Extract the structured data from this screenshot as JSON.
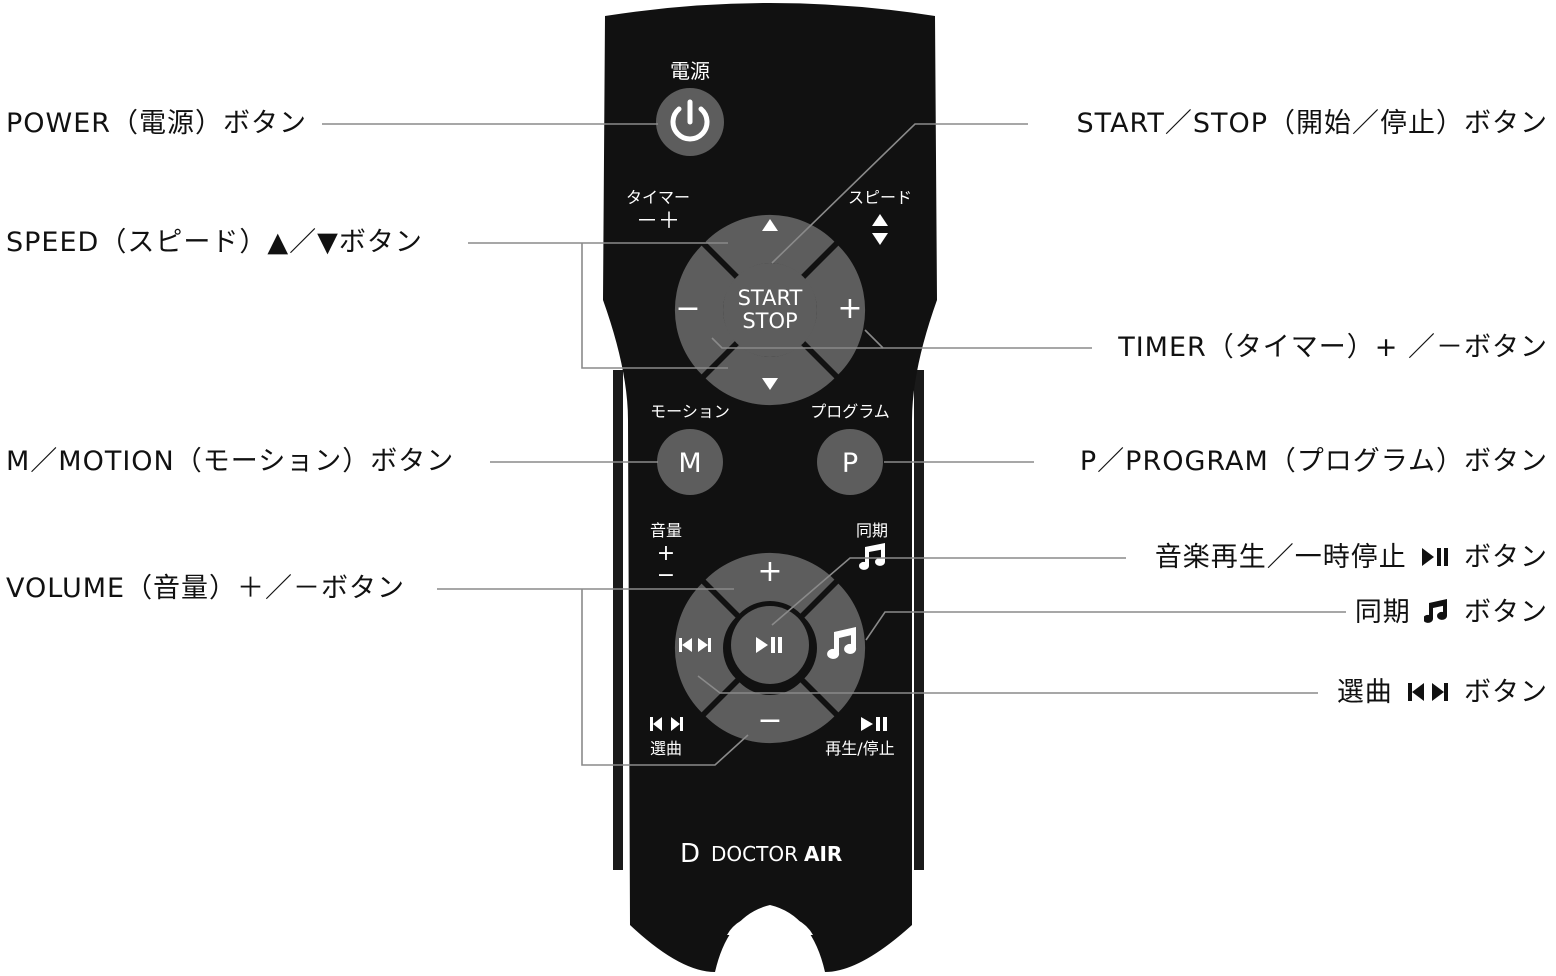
{
  "callouts": {
    "power": "POWER（電源）ボタン",
    "speed": "SPEED（スピード）▲／▼ボタン",
    "motion": "M／MOTION（モーション）ボタン",
    "volume": "VOLUME（音量）＋／－ボタン",
    "start_stop": "START／STOP（開始／停止）ボタン",
    "timer": "TIMER（タイマー）+ ／－ボタン",
    "program": "P／PROGRAM（プログラム）ボタン",
    "music_play_pause": "音楽再生／一時停止",
    "music_play_pause_suffix": "ボタン",
    "sync": "同期",
    "sync_suffix": "ボタン",
    "track_select": "選曲",
    "track_select_suffix": "ボタン"
  },
  "remote": {
    "power_label": "電源",
    "timer_label": "タイマー",
    "timer_signs": "－＋",
    "speed_label": "スピード",
    "start_line1": "START",
    "start_line2": "STOP",
    "minus_sign": "−",
    "plus_sign": "+",
    "motion_label": "モーション",
    "motion_key": "M",
    "program_label": "プログラム",
    "program_key": "P",
    "volume_label": "音量",
    "volume_plus": "+",
    "volume_minus": "−",
    "sync_label": "同期",
    "track_label": "選曲",
    "play_label": "再生/停止",
    "brand_doctor": "DOCTOR",
    "brand_air": "AIR"
  },
  "colors": {
    "remote_body": "#111111",
    "button_gray": "#5d5d5d",
    "leader_line": "#8a8a8a"
  }
}
